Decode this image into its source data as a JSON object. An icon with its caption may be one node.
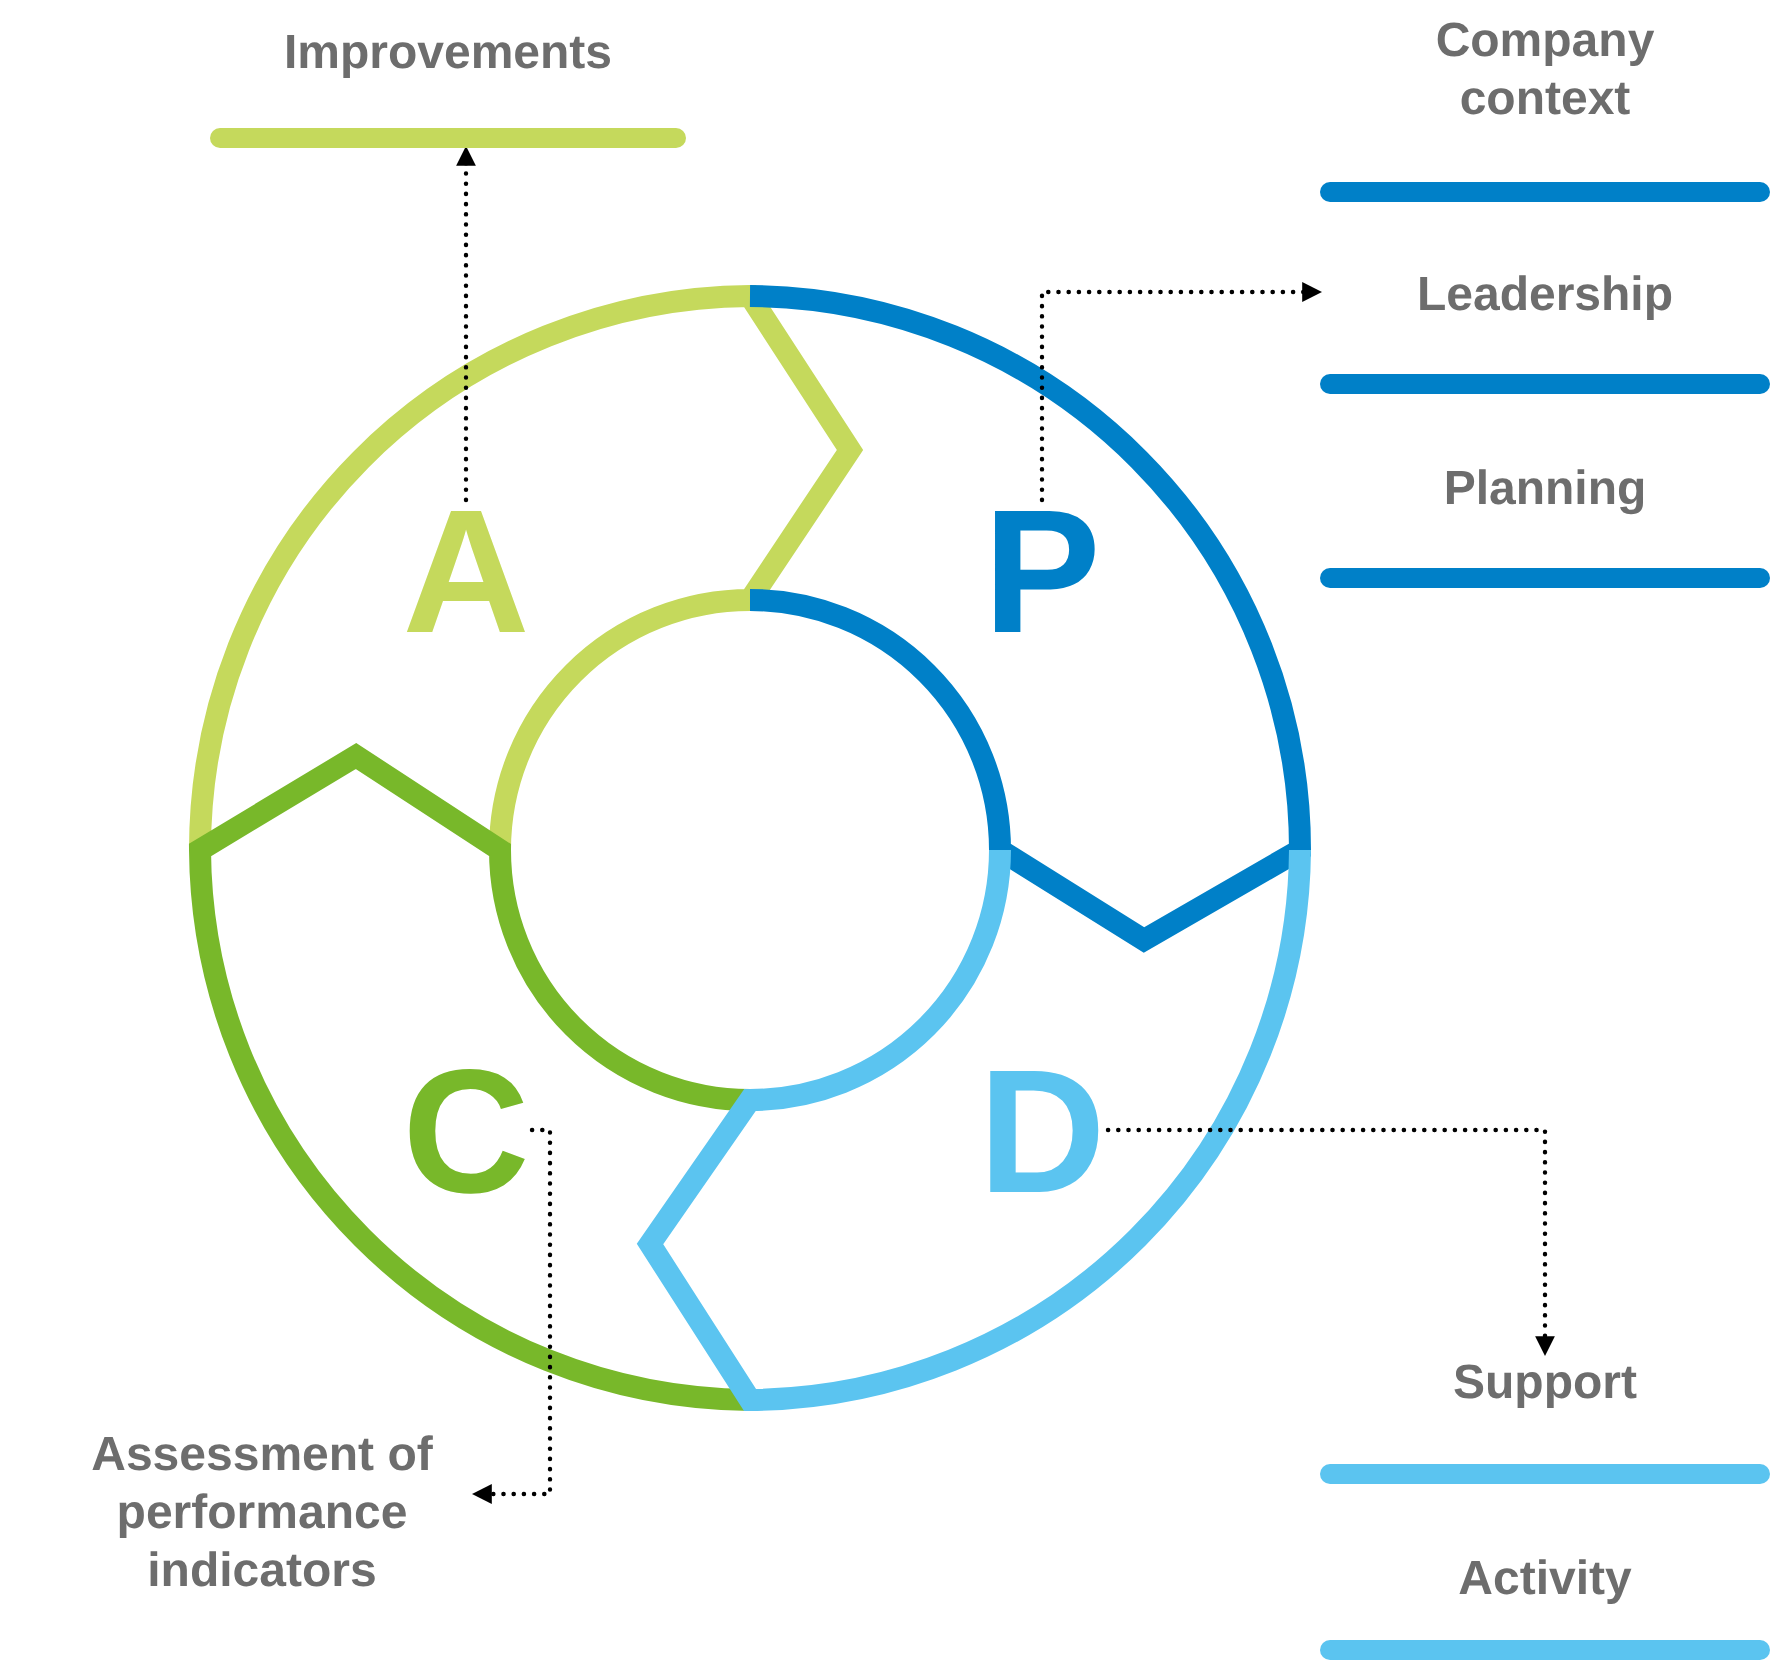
{
  "diagram": {
    "nodes": [
      {
        "text": [
          "Improvements"
        ]
      },
      {
        "text": [
          "Company context"
        ]
      },
      {
        "text": [
          "Leadership"
        ]
      },
      {
        "text": [
          "Planning"
        ]
      },
      {
        "text": [
          "A"
        ]
      },
      {
        "text": [
          "P"
        ]
      },
      {
        "text": [
          "C"
        ]
      },
      {
        "text": [
          "D"
        ]
      },
      {
        "text": [
          "Support"
        ]
      },
      {
        "text": [
          "Assessment of performance indicators"
        ]
      },
      {
        "text": [
          "Activity"
        ]
      }
    ],
    "edges": [
      {
        "from": 4,
        "to": 0,
        "arrow": "to",
        "style": "dashed"
      },
      {
        "from": 5,
        "to": 2,
        "arrow": "to",
        "style": "dashed"
      },
      {
        "from": 7,
        "to": 8,
        "arrow": "to",
        "style": "dashed"
      },
      {
        "from": 6,
        "to": 9,
        "arrow": "to",
        "style": "dashed"
      }
    ]
  }
}
